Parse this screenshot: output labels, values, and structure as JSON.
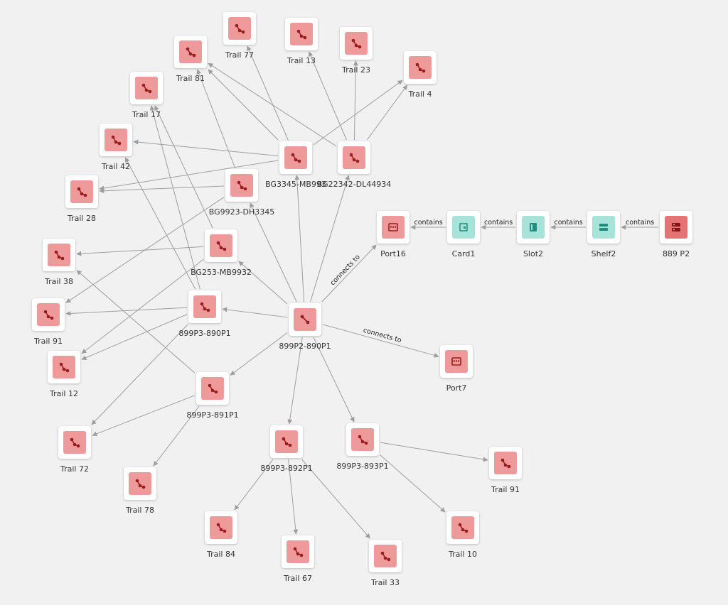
{
  "colors": {
    "background": "#f1f1f1",
    "trail_tile": "#ef9a9a",
    "device_tile": "#e57373",
    "equipment_tile": "#a7e3d9",
    "edge": "#9e9e9e"
  },
  "nodes": [
    {
      "id": "center",
      "label": "899P2-890P1",
      "icon": "connection-icon",
      "kind": "trail"
    },
    {
      "id": "bg3345",
      "label": "BG3345-MB993",
      "icon": "trail-icon",
      "kind": "trail"
    },
    {
      "id": "bg22342",
      "label": "BG22342-DL44934",
      "icon": "trail-icon",
      "kind": "trail"
    },
    {
      "id": "bg9923",
      "label": "BG9923-DH3345",
      "icon": "trail-icon",
      "kind": "trail"
    },
    {
      "id": "bg253",
      "label": "BG253-MB9932",
      "icon": "trail-icon",
      "kind": "trail"
    },
    {
      "id": "p3890",
      "label": "899P3-890P1",
      "icon": "trail-icon",
      "kind": "trail"
    },
    {
      "id": "p3891",
      "label": "899P3-891P1",
      "icon": "trail-icon",
      "kind": "trail"
    },
    {
      "id": "p3892",
      "label": "899P3-892P1",
      "icon": "trail-icon",
      "kind": "trail"
    },
    {
      "id": "p3893",
      "label": "899P3-893P1",
      "icon": "trail-icon",
      "kind": "trail"
    },
    {
      "id": "port16",
      "label": "Port16",
      "icon": "port-icon",
      "kind": "trail"
    },
    {
      "id": "port7",
      "label": "Port7",
      "icon": "port-icon",
      "kind": "trail"
    },
    {
      "id": "card1",
      "label": "Card1",
      "icon": "card-icon",
      "kind": "equipment"
    },
    {
      "id": "slot2",
      "label": "Slot2",
      "icon": "slot-icon",
      "kind": "equipment"
    },
    {
      "id": "shelf2",
      "label": "Shelf2",
      "icon": "shelf-icon",
      "kind": "equipment"
    },
    {
      "id": "dev889",
      "label": "889 P2",
      "icon": "device-icon",
      "kind": "device"
    },
    {
      "id": "t77",
      "label": "Trail 77",
      "icon": "trail-icon",
      "kind": "trail"
    },
    {
      "id": "t13",
      "label": "Trail 13",
      "icon": "trail-icon",
      "kind": "trail"
    },
    {
      "id": "t23",
      "label": "Trail 23",
      "icon": "trail-icon",
      "kind": "trail"
    },
    {
      "id": "t4",
      "label": "Trail 4",
      "icon": "trail-icon",
      "kind": "trail"
    },
    {
      "id": "t81",
      "label": "Trail 81",
      "icon": "trail-icon",
      "kind": "trail"
    },
    {
      "id": "t17",
      "label": "Trail 17",
      "icon": "trail-icon",
      "kind": "trail"
    },
    {
      "id": "t42",
      "label": "Trail 42",
      "icon": "trail-icon",
      "kind": "trail"
    },
    {
      "id": "t28",
      "label": "Trail 28",
      "icon": "trail-icon",
      "kind": "trail"
    },
    {
      "id": "t38",
      "label": "Trail 38",
      "icon": "trail-icon",
      "kind": "trail"
    },
    {
      "id": "t91a",
      "label": "Trail 91",
      "icon": "trail-icon",
      "kind": "trail"
    },
    {
      "id": "t12",
      "label": "Trail 12",
      "icon": "trail-icon",
      "kind": "trail"
    },
    {
      "id": "t72",
      "label": "Trail 72",
      "icon": "trail-icon",
      "kind": "trail"
    },
    {
      "id": "t78",
      "label": "Trail 78",
      "icon": "trail-icon",
      "kind": "trail"
    },
    {
      "id": "t84",
      "label": "Trail 84",
      "icon": "trail-icon",
      "kind": "trail"
    },
    {
      "id": "t67",
      "label": "Trail 67",
      "icon": "trail-icon",
      "kind": "trail"
    },
    {
      "id": "t33",
      "label": "Trail 33",
      "icon": "trail-icon",
      "kind": "trail"
    },
    {
      "id": "t91b",
      "label": "Trail 91",
      "icon": "trail-icon",
      "kind": "trail"
    },
    {
      "id": "t10",
      "label": "Trail 10",
      "icon": "trail-icon",
      "kind": "trail"
    }
  ],
  "edges": [
    {
      "from": "center",
      "to": "port16",
      "label": "connects to"
    },
    {
      "from": "center",
      "to": "port7",
      "label": "connects to"
    },
    {
      "from": "card1",
      "to": "port16",
      "label": "contains"
    },
    {
      "from": "slot2",
      "to": "card1",
      "label": "contains"
    },
    {
      "from": "shelf2",
      "to": "slot2",
      "label": "contains"
    },
    {
      "from": "dev889",
      "to": "shelf2",
      "label": "contains"
    },
    {
      "from": "center",
      "to": "bg3345",
      "label": ""
    },
    {
      "from": "center",
      "to": "bg22342",
      "label": ""
    },
    {
      "from": "center",
      "to": "bg9923",
      "label": ""
    },
    {
      "from": "center",
      "to": "bg253",
      "label": ""
    },
    {
      "from": "center",
      "to": "p3890",
      "label": ""
    },
    {
      "from": "center",
      "to": "p3891",
      "label": ""
    },
    {
      "from": "center",
      "to": "p3892",
      "label": ""
    },
    {
      "from": "center",
      "to": "p3893",
      "label": ""
    },
    {
      "from": "bg3345",
      "to": "t77",
      "label": ""
    },
    {
      "from": "bg3345",
      "to": "t81",
      "label": ""
    },
    {
      "from": "bg3345",
      "to": "t4",
      "label": ""
    },
    {
      "from": "bg3345",
      "to": "t42",
      "label": ""
    },
    {
      "from": "bg3345",
      "to": "t28",
      "label": ""
    },
    {
      "from": "bg22342",
      "to": "t13",
      "label": ""
    },
    {
      "from": "bg22342",
      "to": "t23",
      "label": ""
    },
    {
      "from": "bg22342",
      "to": "t4",
      "label": ""
    },
    {
      "from": "bg22342",
      "to": "t81",
      "label": ""
    },
    {
      "from": "bg9923",
      "to": "t81",
      "label": ""
    },
    {
      "from": "bg9923",
      "to": "t28",
      "label": ""
    },
    {
      "from": "bg9923",
      "to": "t91a",
      "label": ""
    },
    {
      "from": "bg253",
      "to": "t17",
      "label": ""
    },
    {
      "from": "bg253",
      "to": "t38",
      "label": ""
    },
    {
      "from": "bg253",
      "to": "t12",
      "label": ""
    },
    {
      "from": "p3890",
      "to": "t17",
      "label": ""
    },
    {
      "from": "p3890",
      "to": "t42",
      "label": ""
    },
    {
      "from": "p3890",
      "to": "t91a",
      "label": ""
    },
    {
      "from": "p3890",
      "to": "t12",
      "label": ""
    },
    {
      "from": "p3890",
      "to": "t72",
      "label": ""
    },
    {
      "from": "p3891",
      "to": "t38",
      "label": ""
    },
    {
      "from": "p3891",
      "to": "t72",
      "label": ""
    },
    {
      "from": "p3891",
      "to": "t78",
      "label": ""
    },
    {
      "from": "p3892",
      "to": "t84",
      "label": ""
    },
    {
      "from": "p3892",
      "to": "t67",
      "label": ""
    },
    {
      "from": "p3892",
      "to": "t33",
      "label": ""
    },
    {
      "from": "p3893",
      "to": "t91b",
      "label": ""
    },
    {
      "from": "p3893",
      "to": "t10",
      "label": ""
    }
  ]
}
